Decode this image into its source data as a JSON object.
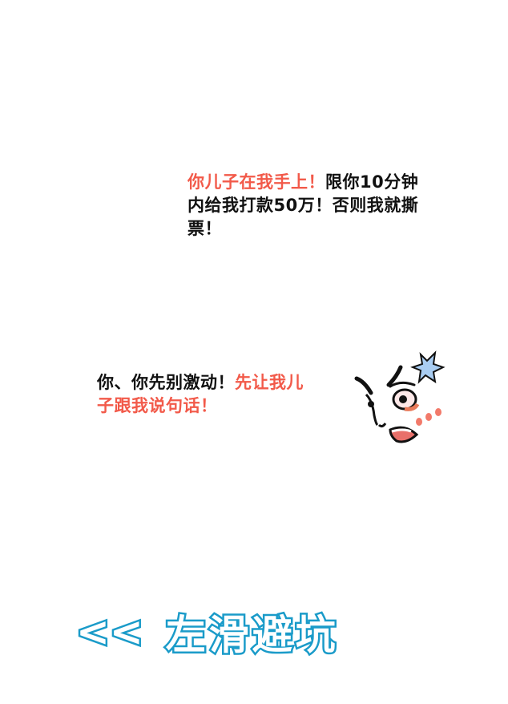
{
  "dialogue": [
    {
      "speaker": "kidnapper",
      "segments": [
        {
          "text": "你儿子在我手上！",
          "color": "#f25a4a"
        },
        {
          "text": "限你10分钟内给我打款50万！否则我就撕票！",
          "color": "#111111"
        }
      ]
    },
    {
      "speaker": "parent",
      "segments": [
        {
          "text": "你、你先别激动！",
          "color": "#111111"
        },
        {
          "text": "先让我儿子跟我说句话！",
          "color": "#f25a4a"
        }
      ]
    }
  ],
  "illustration": {
    "icon": "shocked-face-icon",
    "anger_mark_color": "#a9cdf2",
    "blush_color": "#f27a6a"
  },
  "cta": {
    "arrows": "<<",
    "label": "左滑避坑",
    "outline_color": "#1a9bc9",
    "fill_color": "#ffffff"
  }
}
